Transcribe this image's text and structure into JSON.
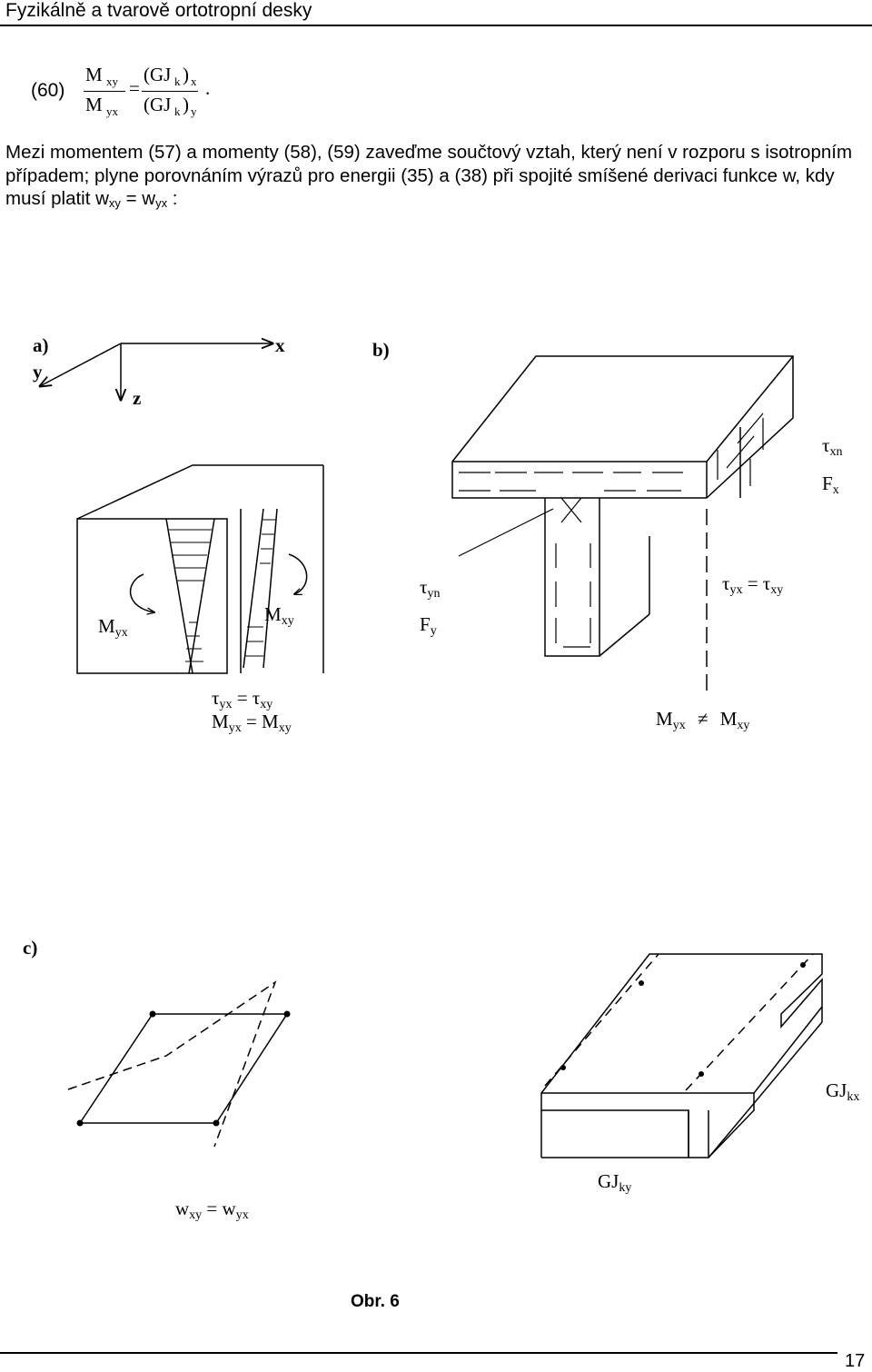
{
  "header": {
    "title": "Fyzikálně a tvarově ortotropní desky"
  },
  "equation": {
    "number": "(60)",
    "lhs_num": "M",
    "lhs_num_sub": "xy",
    "lhs_den": "M",
    "lhs_den_sub": "yx",
    "equals": "=",
    "rhs_num": "(GJ",
    "rhs_num_k": "k",
    "rhs_num_close": ")",
    "rhs_num_sub": "x",
    "rhs_den": "(GJ",
    "rhs_den_k": "k",
    "rhs_den_close": ")",
    "rhs_den_sub": "y",
    "period": "."
  },
  "paragraph": {
    "text": "Mezi momentem (57) a momenty (58), (59) zaveďme součtový vztah, který není v rozporu s isotropním případem; plyne porovnáním výrazů pro energii (35) a (38) při spojité smíšené derivaci funkce  w, kdy musí platit  w",
    "w1_sub": "xy",
    "eq": " = w",
    "w2_sub": "yx",
    "end": " :"
  },
  "figure": {
    "panel_a": {
      "label": "a)",
      "axis_x": "x",
      "axis_y": "y",
      "axis_z": "z",
      "M_left": "M",
      "M_left_sub": "yx",
      "M_right": "M",
      "M_right_sub": "xy",
      "tau_eq_left": "τ",
      "tau_eq_left_sub": "yx",
      "tau_eq_right": "τ",
      "tau_eq_right_sub": "xy",
      "M_eq_left": "M",
      "M_eq_left_sub": "yx",
      "M_eq_right": "M",
      "M_eq_right_sub": "xy",
      "equals": "="
    },
    "panel_b": {
      "label": "b)",
      "tau_xn": "τ",
      "tau_xn_sub": "xn",
      "F_x": "F",
      "F_x_sub": "x",
      "tau_yn": "τ",
      "tau_yn_sub": "yn",
      "F_y": "F",
      "F_y_sub": "y",
      "tau_eq_left": "τ",
      "tau_eq_left_sub": "yx",
      "tau_eq_right": "τ",
      "tau_eq_right_sub": "xy",
      "M_neq_left": "M",
      "M_neq_left_sub": "yx",
      "M_neq_right": "M",
      "M_neq_right_sub": "xy",
      "equals": "="
    },
    "panel_c": {
      "label": "c)",
      "w_left": "w",
      "w_left_sub": "xy",
      "w_right": "w",
      "w_right_sub": "yx",
      "equals": "=",
      "GJ_kx": "GJ",
      "GJ_kx_sub": "kx",
      "GJ_ky": "GJ",
      "GJ_ky_sub": "ky"
    },
    "caption": "Obr.  6"
  },
  "footer": {
    "page": "17"
  }
}
